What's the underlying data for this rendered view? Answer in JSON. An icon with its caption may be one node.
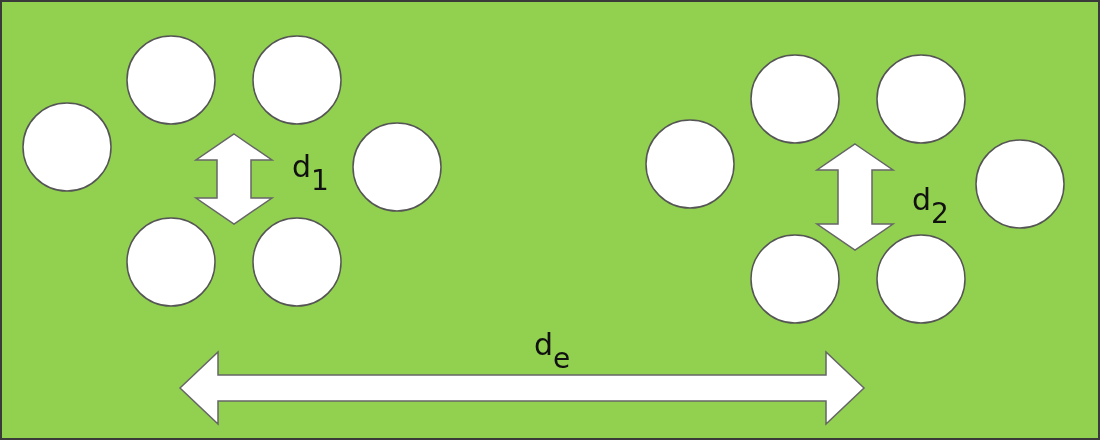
{
  "diagram": {
    "labels": [
      "d$_{1}$",
      "d$_{2}$",
      "d$_{e}$"
    ]
  }
}
